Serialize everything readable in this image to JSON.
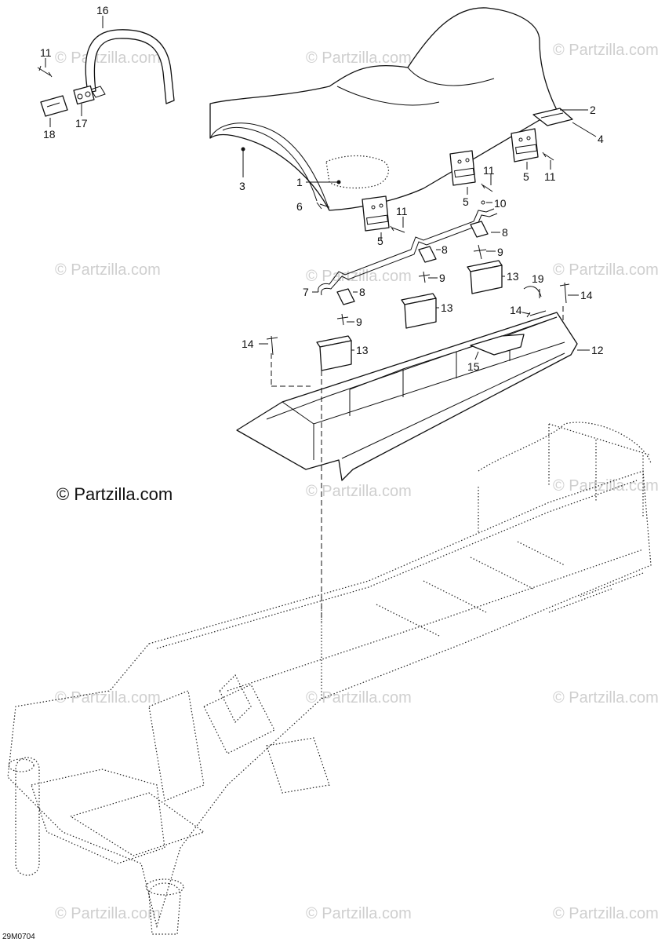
{
  "diagram": {
    "callouts": [
      {
        "id": "c16",
        "text": "16"
      },
      {
        "id": "c11a",
        "text": "11"
      },
      {
        "id": "c17",
        "text": "17"
      },
      {
        "id": "c18",
        "text": "18"
      },
      {
        "id": "c2",
        "text": "2"
      },
      {
        "id": "c4",
        "text": "4"
      },
      {
        "id": "c3",
        "text": "3"
      },
      {
        "id": "c1",
        "text": "1"
      },
      {
        "id": "c5a",
        "text": "5"
      },
      {
        "id": "c11b",
        "text": "11"
      },
      {
        "id": "c5b",
        "text": "5"
      },
      {
        "id": "c11c",
        "text": "11"
      },
      {
        "id": "c10",
        "text": "10"
      },
      {
        "id": "c6",
        "text": "6"
      },
      {
        "id": "c11d",
        "text": "11"
      },
      {
        "id": "c5c",
        "text": "5"
      },
      {
        "id": "c8a",
        "text": "8"
      },
      {
        "id": "c9a",
        "text": "9"
      },
      {
        "id": "c8b",
        "text": "8"
      },
      {
        "id": "c9b",
        "text": "9"
      },
      {
        "id": "c13a",
        "text": "13"
      },
      {
        "id": "c19",
        "text": "19"
      },
      {
        "id": "c7",
        "text": "7"
      },
      {
        "id": "c8c",
        "text": "8"
      },
      {
        "id": "c14a",
        "text": "14"
      },
      {
        "id": "c13b",
        "text": "13"
      },
      {
        "id": "c14b",
        "text": "14"
      },
      {
        "id": "c9c",
        "text": "9"
      },
      {
        "id": "c12",
        "text": "12"
      },
      {
        "id": "c14c",
        "text": "14"
      },
      {
        "id": "c13c",
        "text": "13"
      },
      {
        "id": "c15",
        "text": "15"
      }
    ],
    "watermark": "© Partzilla.com",
    "copyright": "© Partzilla.com",
    "drawing_code": "29M0704"
  }
}
